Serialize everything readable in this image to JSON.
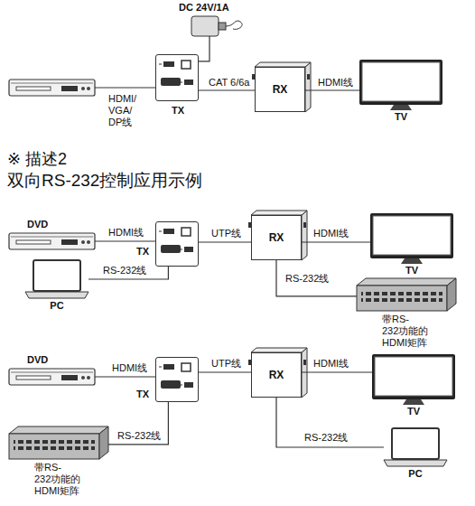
{
  "diagram": {
    "title": "双向RS-232控制应用示例",
    "nodes": [
      {
        "text": [
          "DC 24V/1A"
        ]
      },
      {
        "text": [
          "TX"
        ]
      },
      {
        "text": [
          "RX"
        ]
      },
      {
        "text": [
          "TV"
        ]
      },
      {
        "text": [
          "DVD"
        ]
      },
      {
        "text": [
          "TX"
        ]
      },
      {
        "text": [
          "RX"
        ]
      },
      {
        "text": [
          "TV"
        ]
      },
      {
        "text": [
          "PC"
        ]
      },
      {
        "text": [
          "带RS-232功能的 HDMI矩阵"
        ]
      },
      {
        "text": [
          "DVD"
        ]
      },
      {
        "text": [
          "TX"
        ]
      },
      {
        "text": [
          "RX"
        ]
      },
      {
        "text": [
          "TV"
        ]
      },
      {
        "text": [
          "带RS-232功能的 HDMI矩阵"
        ]
      },
      {
        "text": [
          "PC"
        ]
      }
    ],
    "edges": [
      {
        "from": 0,
        "to": 1,
        "arrow": "none"
      },
      {
        "from": 1,
        "to": 2,
        "label": "CAT 6/6a",
        "arrow": "none"
      },
      {
        "from": 2,
        "to": 3,
        "label": "HDMI线",
        "arrow": "none"
      },
      {
        "from": 4,
        "to": 5,
        "label": "HDMI线",
        "arrow": "none"
      },
      {
        "from": 8,
        "to": 5,
        "label": "RS-232线",
        "arrow": "none"
      },
      {
        "from": 5,
        "to": 6,
        "label": "UTP线",
        "arrow": "none"
      },
      {
        "from": 6,
        "to": 7,
        "label": "HDMI线",
        "arrow": "none"
      },
      {
        "from": 6,
        "to": 9,
        "label": "RS-232线",
        "arrow": "none"
      },
      {
        "from": 10,
        "to": 11,
        "label": "HDMI线",
        "arrow": "none"
      },
      {
        "from": 14,
        "to": 11,
        "label": "RS-232线",
        "arrow": "none"
      },
      {
        "from": 11,
        "to": 12,
        "label": "UTP线",
        "arrow": "none"
      },
      {
        "from": 12,
        "to": 13,
        "label": "HDMI线",
        "arrow": "none"
      },
      {
        "from": 12,
        "to": 15,
        "label": "RS-232线",
        "arrow": "none"
      }
    ],
    "labels": [
      "HDMI/ VGA/ DP线",
      "※ 描述2"
    ]
  }
}
